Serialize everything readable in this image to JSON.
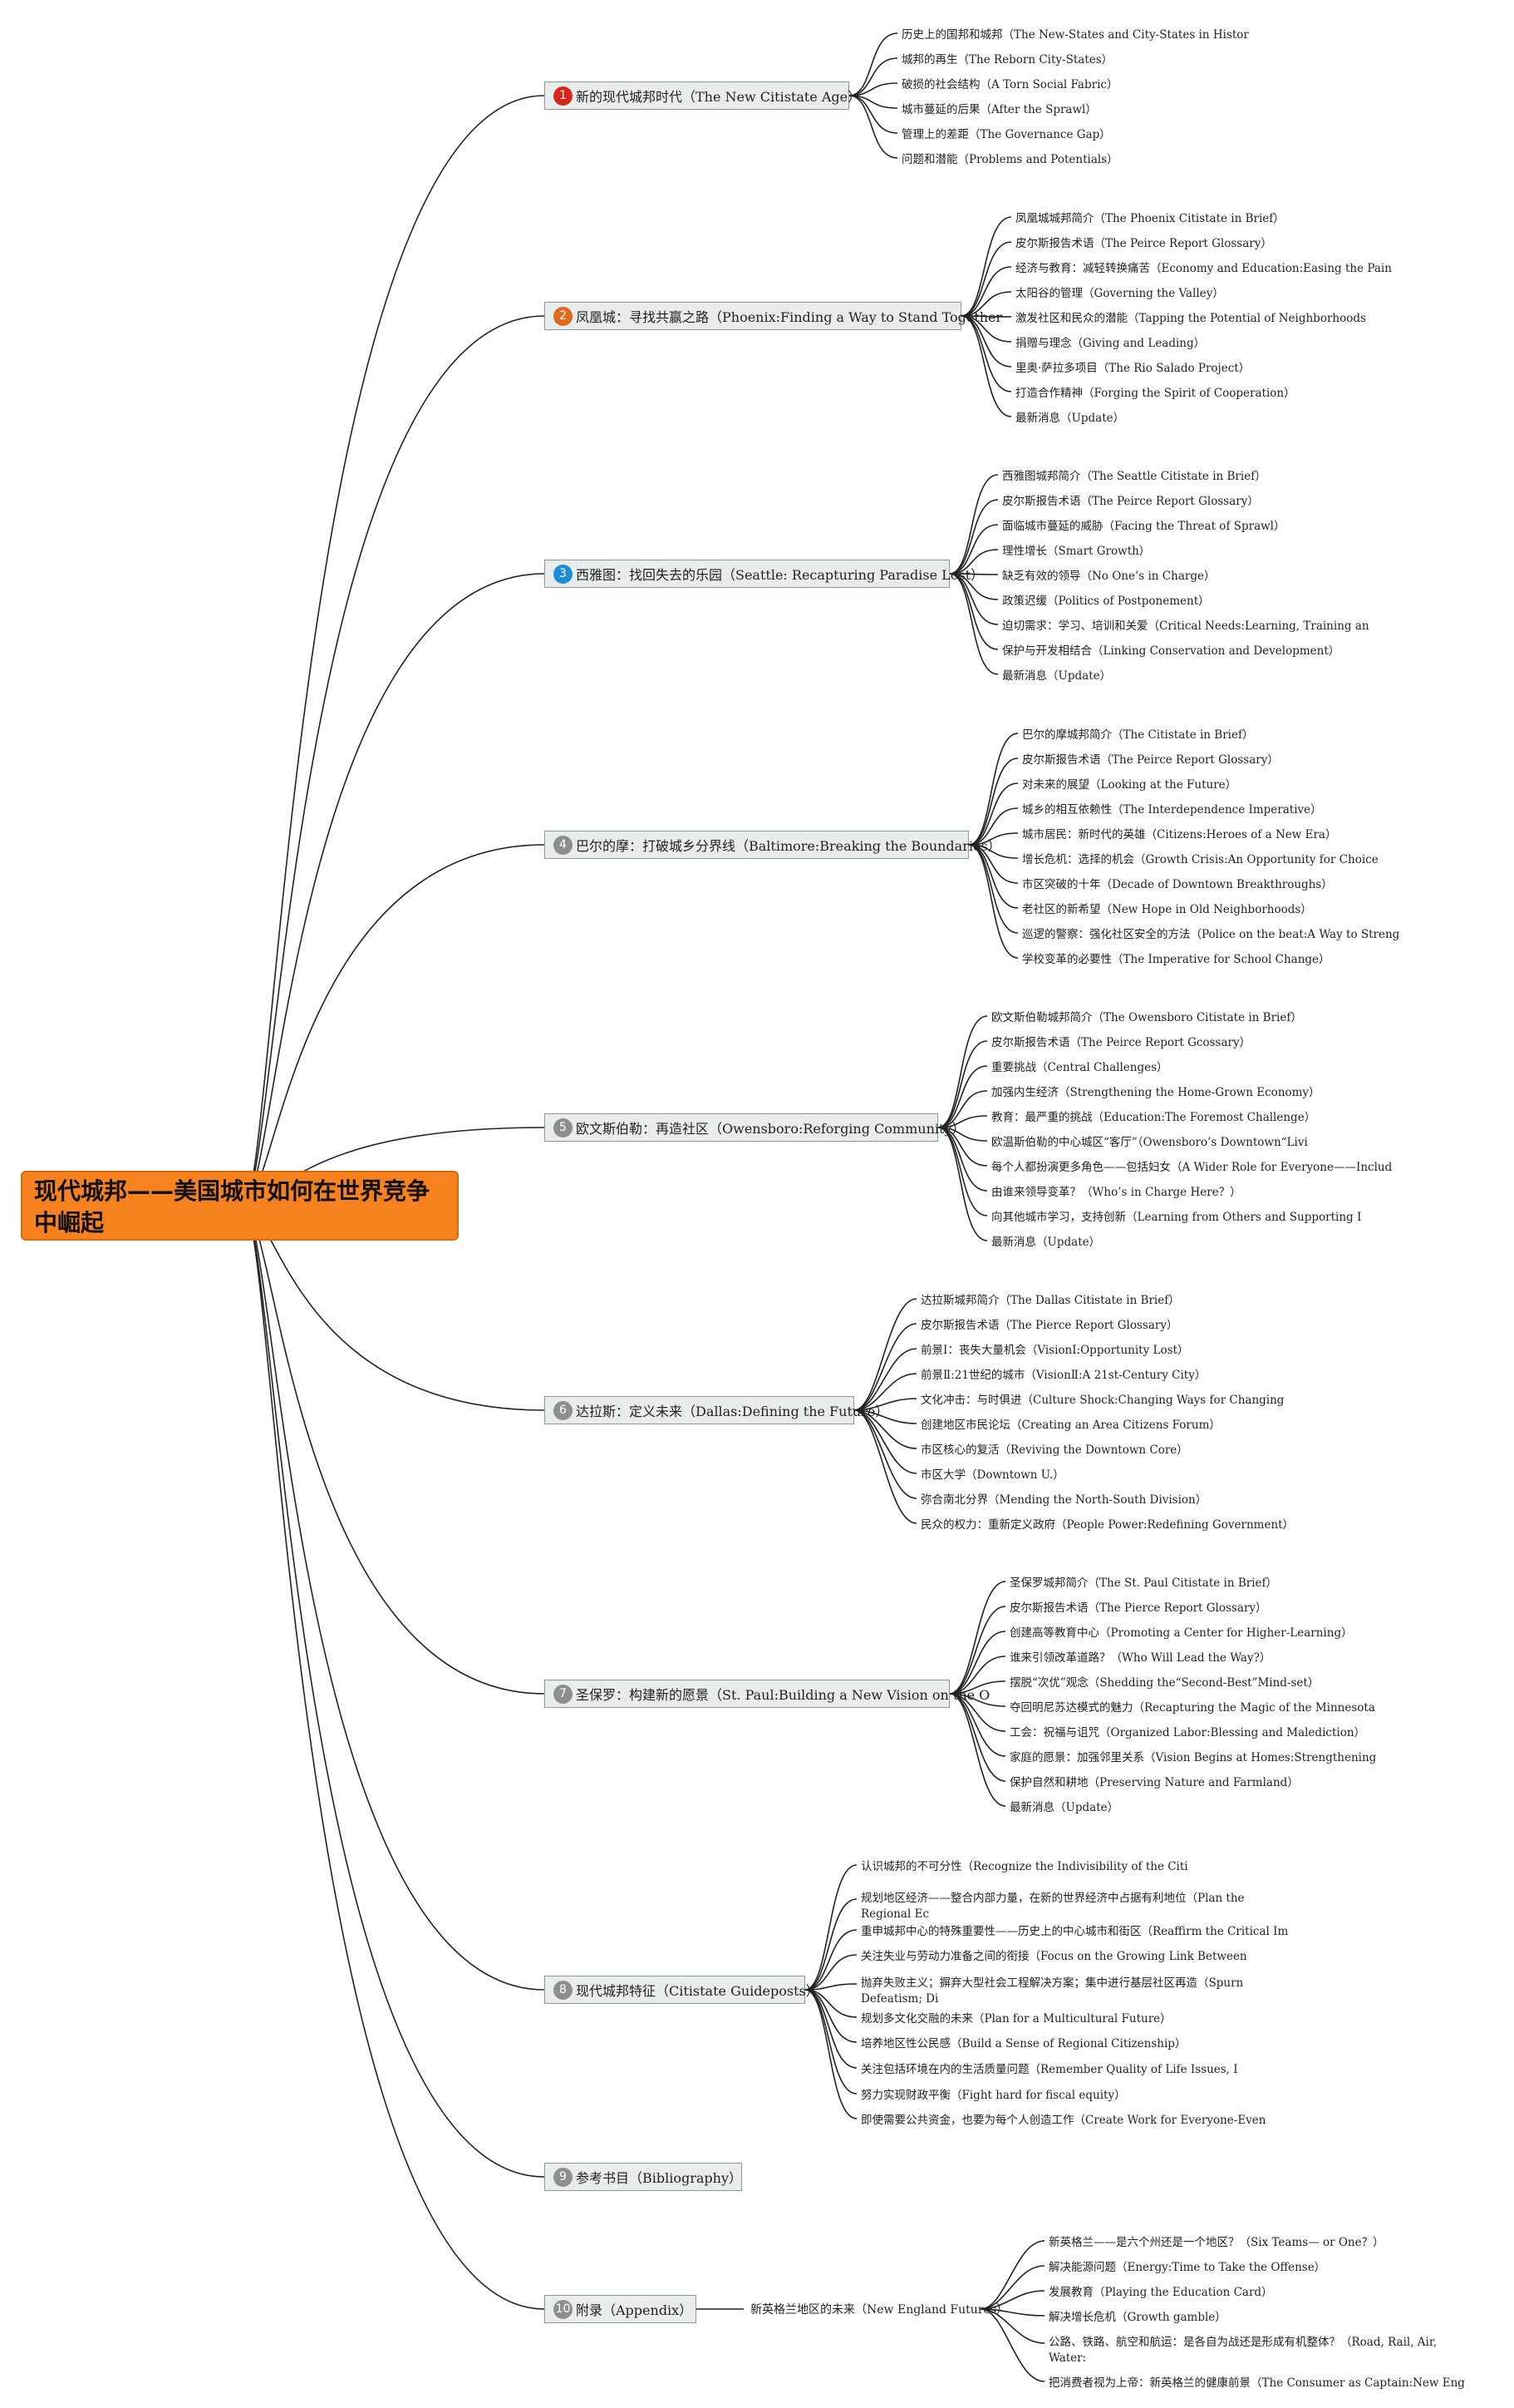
{
  "root": {
    "title": "现代城邦——美国城市如何在世界竞争中崛起"
  },
  "branches": [
    {
      "num": "1",
      "color": "#d8261c",
      "label": "新的现代城邦时代（The New Citistate Age）",
      "children": [
        "历史上的国邦和城邦（The New-States and City-States in Histor",
        "城邦的再生（The Reborn City-States）",
        "破损的社会结构（A Torn Social Fabric）",
        "城市蔓延的后果（After the Sprawl）",
        "管理上的差距（The Governance Gap）",
        "问题和潜能（Problems and Potentials）"
      ]
    },
    {
      "num": "2",
      "color": "#e06a1c",
      "label": "凤凰城：寻找共赢之路（Phoenix:Finding a Way to Stand Together",
      "children": [
        "凤凰城城邦简介（The Phoenix Citistate in Brief）",
        "皮尔斯报告术语（The Peirce Report Glossary）",
        "经济与教育：减轻转换痛苦（Economy and Education:Easing the Pain",
        "太阳谷的管理（Governing the Valley）",
        "激发社区和民众的潜能（Tapping the Potential of Neighborhoods",
        "捐赠与理念（Giving and Leading）",
        "里奥·萨拉多项目（The Rio Salado Project）",
        "打造合作精神（Forging the Spirit of Cooperation）",
        "最新消息（Update）"
      ]
    },
    {
      "num": "3",
      "color": "#1b8ed6",
      "label": "西雅图：找回失去的乐园（Seattle: Recapturing Paradise Lost）",
      "children": [
        "西雅图城邦简介（The Seattle Citistate in Brief）",
        "皮尔斯报告术语（The Peirce Report Glossary）",
        "面临城市蔓延的威胁（Facing the Threat of Sprawl）",
        "理性增长（Smart Growth）",
        "缺乏有效的领导（No One’s in Charge）",
        "政策迟缓（Politics of Postponement）",
        "迫切需求：学习、培训和关爱（Critical Needs:Learning, Training an",
        "保护与开发相结合（Linking Conservation and Development）",
        "最新消息（Update）"
      ]
    },
    {
      "num": "4",
      "color": "#8e8e8e",
      "label": "巴尔的摩：打破城乡分界线（Baltimore:Breaking the Boundaries）",
      "children": [
        "巴尔的摩城邦简介（The Citistate in Brief）",
        "皮尔斯报告术语（The Peirce Report Glossary）",
        "对未来的展望（Looking at the Future）",
        "城乡的相互依赖性（The Interdependence Imperative）",
        "城市居民：新时代的英雄（Citizens:Heroes of a New Era）",
        "增长危机：选择的机会（Growth Crisis:An Opportunity for Choice",
        "市区突破的十年（Decade of Downtown Breakthroughs）",
        "老社区的新希望（New Hope in Old Neighborhoods）",
        "巡逻的警察：强化社区安全的方法（Police on the beat:A Way to Streng",
        "学校变革的必要性（The Imperative for School Change）"
      ]
    },
    {
      "num": "5",
      "color": "#8e8e8e",
      "label": "欧文斯伯勒：再造社区（Owensboro:Reforging Community）",
      "children": [
        "欧文斯伯勒城邦简介（The Owensboro Citistate in Brief）",
        "皮尔斯报告术语（The Peirce Report Gcossary）",
        "重要挑战（Central Challenges）",
        "加强内生经济（Strengthening the Home-Grown Economy）",
        "教育：最严重的挑战（Education:The Foremost Challenge）",
        "欧温斯伯勒的中心城区“客厅”（Owensboro’s Downtown“Livi",
        "每个人都扮演更多角色——包括妇女（A Wider Role for Everyone——Includ",
        "由谁来领导变革？（Who’s in Charge Here？）",
        "向其他城市学习，支持创新（Learning from Others and Supporting I",
        "最新消息（Update）"
      ]
    },
    {
      "num": "6",
      "color": "#8e8e8e",
      "label": "达拉斯：定义未来（Dallas:Defining the Future）",
      "children": [
        "达拉斯城邦简介（The Dallas Citistate in Brief）",
        "皮尔斯报告术语（The Pierce Report Glossary）",
        "前景Ⅰ：丧失大量机会（VisionⅠ:Opportunity Lost）",
        "前景Ⅱ:21世纪的城市（VisionⅡ:A 21st-Century City）",
        "文化冲击：与时俱进（Culture Shock:Changing Ways for Changing",
        "创建地区市民论坛（Creating an Area Citizens Forum）",
        "市区核心的复活（Reviving the Downtown Core）",
        "市区大学（Downtown U.）",
        "弥合南北分界（Mending the North-South Division）",
        "民众的权力：重新定义政府（People Power:Redefining Government）"
      ]
    },
    {
      "num": "7",
      "color": "#8e8e8e",
      "label": "圣保罗：构建新的愿景（St. Paul:Building a New Vision on the O",
      "children": [
        "圣保罗城邦简介（The St. Paul Citistate in Brief）",
        "皮尔斯报告术语（The Pierce Report Glossary）",
        "创建高等教育中心（Promoting a Center for Higher-Learning）",
        "谁来引领改革道路？（Who Will Lead the Way?）",
        "摆脱“次优”观念（Shedding the“Second-Best”Mind-set）",
        "夺回明尼苏达模式的魅力（Recapturing the Magic of the Minnesota",
        "工会：祝福与诅咒（Organized Labor:Blessing and Malediction）",
        "家庭的愿景：加强邻里关系（Vision Begins at Homes:Strengthening",
        "保护自然和耕地（Preserving Nature and Farmland）",
        "最新消息（Update）"
      ]
    },
    {
      "num": "8",
      "color": "#8e8e8e",
      "label": "现代城邦特征（Citistate Guideposts）",
      "children": [
        "认识城邦的不可分性（Recognize the Indivisibility of the Citi",
        "规划地区经济——整合内部力量，在新的世界经济中占据有利地位（Plan the Regional Ec",
        "重申城邦中心的特殊重要性——历史上的中心城市和街区（Reaffirm the Critical Im",
        "关注失业与劳动力准备之间的衔接（Focus on the Growing Link Between",
        "抛弃失败主义；摒弃大型社会工程解决方案；集中进行基层社区再造（Spurn Defeatism; Di",
        "规划多文化交融的未来（Plan for a Multicultural Future）",
        "培养地区性公民感（Build a Sense of Regional Citizenship）",
        "关注包括环境在内的生活质量问题（Remember Quality of Life Issues, I",
        "努力实现财政平衡（Fight hard for fiscal equity）",
        "即使需要公共资金，也要为每个人创造工作（Create Work for Everyone-Even"
      ]
    },
    {
      "num": "9",
      "color": "#8e8e8e",
      "label": "参考书目（Bibliography）",
      "children": []
    },
    {
      "num": "10",
      "color": "#8e8e8e",
      "label": "附录（Appendix）",
      "sub": {
        "label": "新英格兰地区的未来（New England Futures）",
        "children": [
          "新英格兰——是六个州还是一个地区？（Six Teams— or One？）",
          "解决能源问题（Energy:Time to Take the Offense）",
          "发展教育（Playing the Education Card）",
          "解决增长危机（Growth gamble）",
          "公路、铁路、航空和航运：是各自为战还是形成有机整体？（Road, Rail, Air, Water:",
          "把消费者视为上帝：新英格兰的健康前景（The Consumer as Captain:New Eng"
        ]
      }
    }
  ]
}
